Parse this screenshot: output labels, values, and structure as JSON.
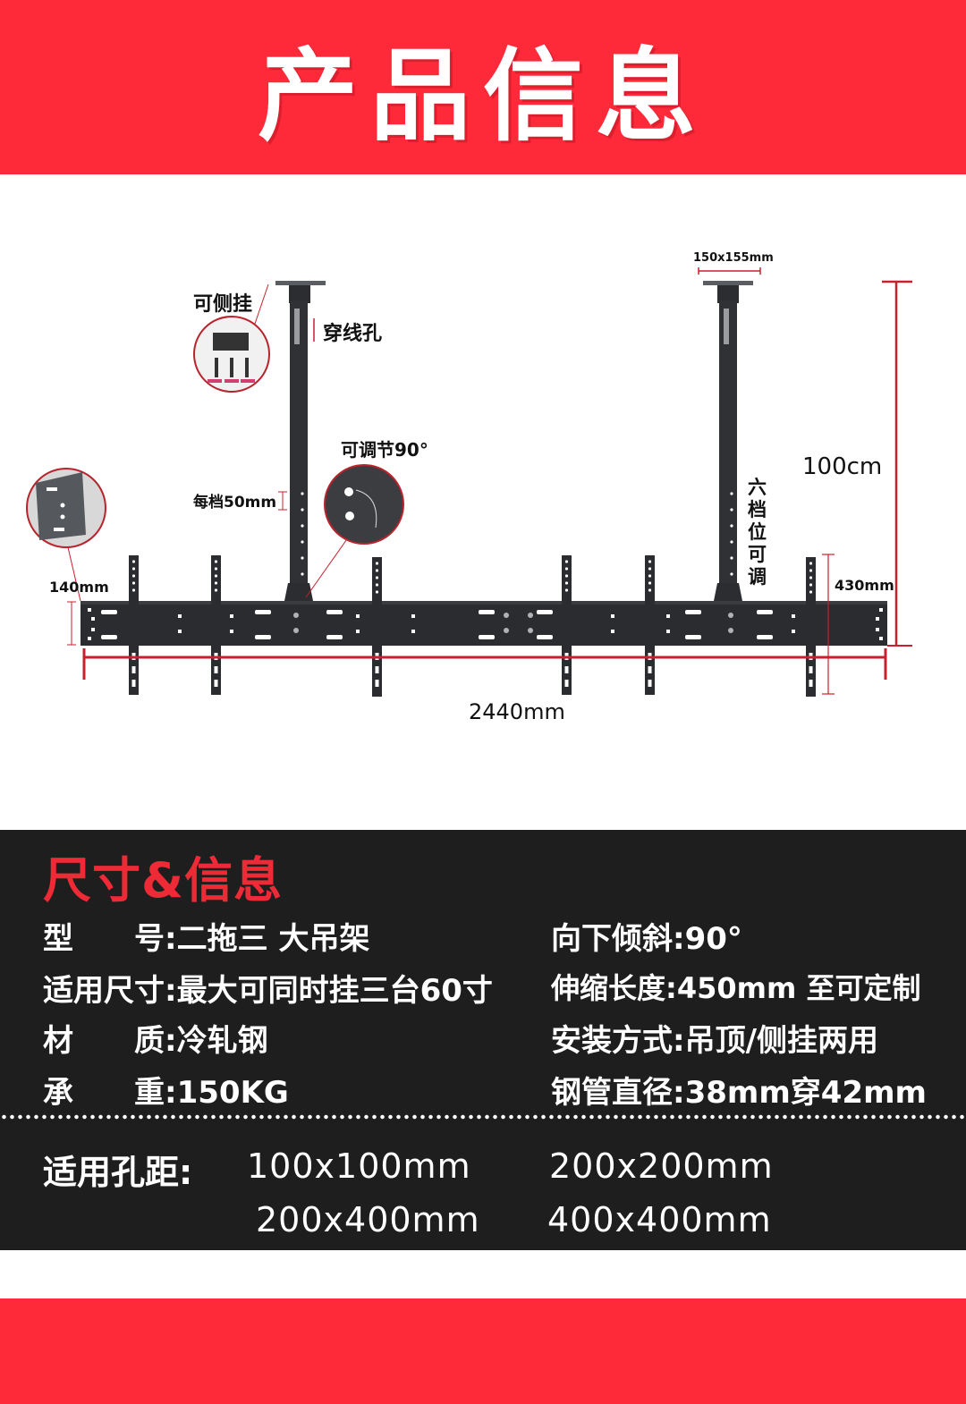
{
  "header": {
    "title": "产品信息"
  },
  "diagram": {
    "labels": {
      "side_mount": "可侧挂",
      "cable_hole": "穿线孔",
      "ceiling_plate_size": "150x155mm",
      "tilt_adjust": "可调节90°",
      "step_size": "每档50mm",
      "total_height": "100cm",
      "six_positions": "六档位可调",
      "bar_height": "140mm",
      "bracket_height": "430mm",
      "total_width": "2440mm"
    },
    "colors": {
      "dimension_line": "#c8202c",
      "steel": "#2b2d30",
      "callout_ring": "#b8232c"
    }
  },
  "specs": {
    "heading": "尺寸&信息",
    "left": [
      {
        "key": "型　　号:",
        "value": "二拖三 大吊架"
      },
      {
        "key": "适用尺寸:",
        "value": "最大可同时挂三台60寸"
      },
      {
        "key": "材　　质:",
        "value": "冷轧钢"
      },
      {
        "key": "承　　重:",
        "value": "150KG"
      }
    ],
    "right": [
      {
        "key": "向下倾斜:",
        "value": "90°"
      },
      {
        "key": "伸缩长度:",
        "value": "450mm 至可定制"
      },
      {
        "key": "安装方式:",
        "value": "吊顶/侧挂两用"
      },
      {
        "key": "钢管直径:",
        "value": "38mm穿42mm"
      }
    ],
    "hole_spacing": {
      "label": "适用孔距:",
      "values": [
        "100x100mm",
        "200x200mm",
        "200x400mm",
        "400x400mm"
      ]
    }
  },
  "colors": {
    "brand_red": "#fe2a3a",
    "panel_bg": "#1e1e1e",
    "heading_red": "#ef2a37"
  }
}
